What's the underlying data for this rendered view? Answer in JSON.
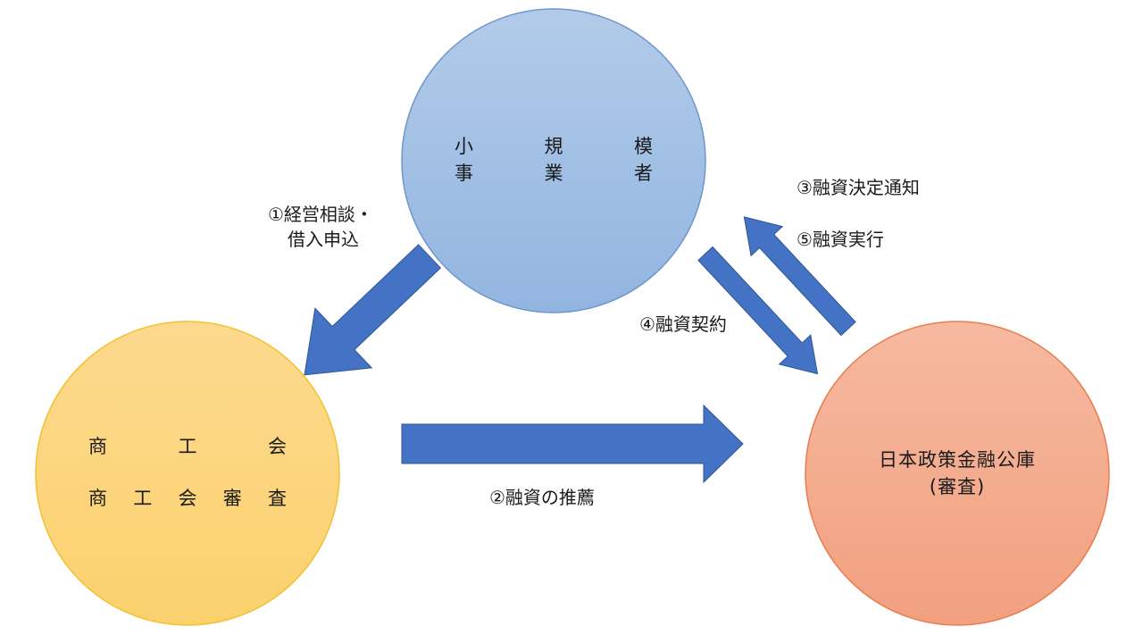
{
  "colors": {
    "circle_small_business_top": "#b2cbe9",
    "circle_small_business_bottom": "#92b5e0",
    "circle_small_business_stroke": "#6f97cc",
    "circle_chamber_top": "#fdd98e",
    "circle_chamber_bottom": "#fbd16e",
    "circle_chamber_stroke": "#f1c232",
    "circle_jfc_top": "#f6b9a0",
    "circle_jfc_bottom": "#f2a07f",
    "circle_jfc_stroke": "#e87d4e",
    "arrow_fill": "#4472c4",
    "arrow_stroke": "#2f5597"
  },
  "nodes": {
    "small_business": {
      "line1": [
        "小",
        "規",
        "模"
      ],
      "line2": [
        "事",
        "業",
        "者"
      ]
    },
    "chamber": {
      "line1": [
        "商",
        "工",
        "会"
      ],
      "line2": [
        "商",
        "工",
        "会",
        "審",
        "査"
      ]
    },
    "jfc": {
      "line1": "日本政策金融公庫",
      "line2": "(審査)"
    }
  },
  "flows": {
    "step1_line1": "①経営相談・",
    "step1_line2": "借入申込",
    "step2": "②融資の推薦",
    "step3": "③融資決定通知",
    "step4": "④融資契約",
    "step5": "⑤融資実行"
  }
}
